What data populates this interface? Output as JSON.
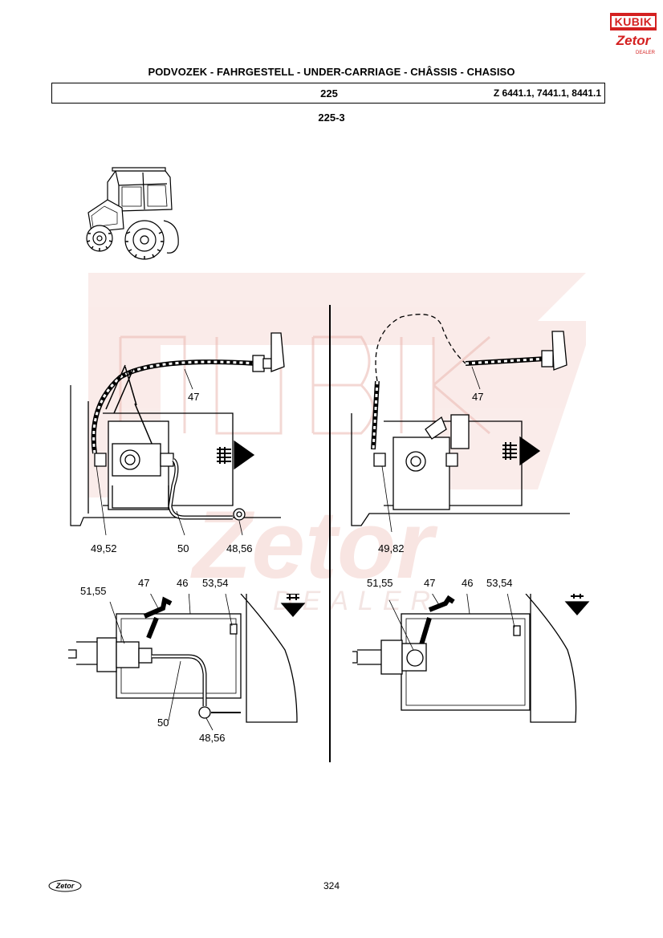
{
  "header": {
    "title": "PODVOZEK - FAHRGESTELL - UNDER-CARRIAGE - CHÂSSIS - CHASISO",
    "section": "225",
    "models": "Z 6441.1, 7441.1, 8441.1"
  },
  "subsection": "225-3",
  "logo": {
    "brand": "KUBIK",
    "sub_brand": "Zetor",
    "tag": "DEALER",
    "color": "#d42020"
  },
  "watermark": {
    "letters": "KUBIK",
    "sub": "Zetor",
    "tag": "DEALER",
    "color": "#f4d4d0"
  },
  "callouts": {
    "top_left": {
      "hose": "47",
      "left_fitting": "49,52",
      "pipe": "50",
      "right_fitting": "48,56"
    },
    "top_right": {
      "hose": "47",
      "left_fitting": "49,82"
    },
    "bottom_left": {
      "fitting_a": "51,55",
      "hose": "47",
      "bracket": "46",
      "bolts": "53,54",
      "pipe": "50",
      "fitting_b": "48,56"
    },
    "bottom_right": {
      "fitting_a": "51,55",
      "hose": "47",
      "bracket": "46",
      "bolts": "53,54"
    }
  },
  "footer": {
    "page": "324",
    "logo_text": "Zetor"
  }
}
